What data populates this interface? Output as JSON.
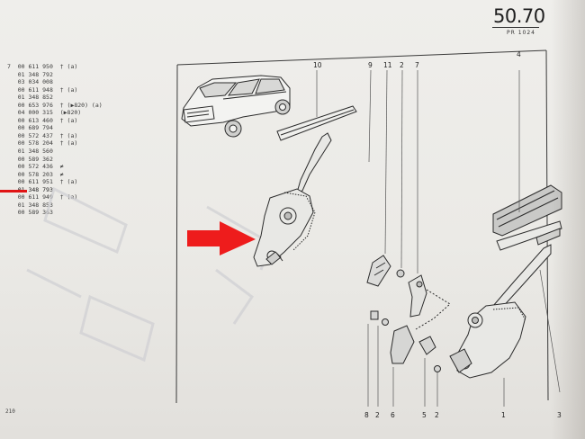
{
  "header": {
    "page_number": "50.70",
    "page_subtitle": "PR 1024"
  },
  "parts_list": {
    "rows": [
      "7  00 611 950  † (a)",
      "   01 348 792",
      "   03 034 008",
      "   00 611 948  † (a)",
      "   01 348 852",
      "   00 653 976  † (▶820) (a)",
      "   04 000 315  (▶820)",
      "   00 613 460  † (a)",
      "   00 689 794",
      "   00 572 437  † (a)",
      "   00 578 204  † (a)",
      "   01 348 560",
      "   00 589 362",
      "   00 572 436  ≠",
      "   00 578 203  ≠",
      "   00 611 951  † (a)",
      "   01 348 793",
      "   00 611 949  † (a)",
      "   01 348 853",
      "   00 589 363"
    ],
    "highlighted_index": 16
  },
  "footer": {
    "code": "210"
  },
  "callouts": {
    "top": [
      "10",
      "9",
      "11",
      "2",
      "7",
      "4"
    ],
    "bottom": [
      "8",
      "2",
      "6",
      "5",
      "2",
      "1",
      "3"
    ]
  },
  "colors": {
    "paper": "#ebeae6",
    "ink": "#2a2a2a",
    "arrow": "#ee1c1c",
    "underline": "#e01414"
  }
}
